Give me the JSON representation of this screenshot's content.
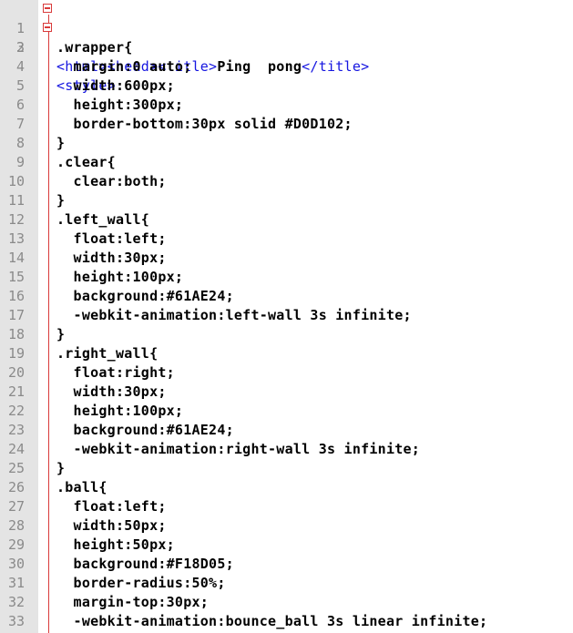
{
  "editor": {
    "colors": {
      "tag": "#1515e0",
      "text": "#000000",
      "line_number": "#8a8a8a",
      "gutter": "#e4e4e4",
      "fold_marker": "#d93a3a"
    },
    "line1": {
      "tag_open": "<html><head><title>",
      "text": "Ping  pong",
      "tag_close": "</title>"
    },
    "line2": {
      "tag": "<style>"
    },
    "lines": [
      {
        "n": "1"
      },
      {
        "n": "2"
      },
      {
        "n": "3",
        "code": ".wrapper{"
      },
      {
        "n": "4",
        "code": "  margin:0 auto;"
      },
      {
        "n": "5",
        "code": "  width:600px;"
      },
      {
        "n": "6",
        "code": "  height:300px;"
      },
      {
        "n": "7",
        "code": "  border-bottom:30px solid #D0D102;"
      },
      {
        "n": "8",
        "code": "}"
      },
      {
        "n": "9",
        "code": ".clear{"
      },
      {
        "n": "10",
        "code": "  clear:both;"
      },
      {
        "n": "11",
        "code": "}"
      },
      {
        "n": "12",
        "code": ".left_wall{"
      },
      {
        "n": "13",
        "code": "  float:left;"
      },
      {
        "n": "14",
        "code": "  width:30px;"
      },
      {
        "n": "15",
        "code": "  height:100px;"
      },
      {
        "n": "16",
        "code": "  background:#61AE24;"
      },
      {
        "n": "17",
        "code": "  -webkit-animation:left-wall 3s infinite;"
      },
      {
        "n": "18",
        "code": "}"
      },
      {
        "n": "19",
        "code": ".right_wall{"
      },
      {
        "n": "20",
        "code": "  float:right;"
      },
      {
        "n": "21",
        "code": "  width:30px;"
      },
      {
        "n": "22",
        "code": "  height:100px;"
      },
      {
        "n": "23",
        "code": "  background:#61AE24;"
      },
      {
        "n": "24",
        "code": "  -webkit-animation:right-wall 3s infinite;"
      },
      {
        "n": "25",
        "code": "}"
      },
      {
        "n": "26",
        "code": ".ball{"
      },
      {
        "n": "27",
        "code": "  float:left;"
      },
      {
        "n": "28",
        "code": "  width:50px;"
      },
      {
        "n": "29",
        "code": "  height:50px;"
      },
      {
        "n": "30",
        "code": "  background:#F18D05;"
      },
      {
        "n": "31",
        "code": "  border-radius:50%;"
      },
      {
        "n": "32",
        "code": "  margin-top:30px;"
      },
      {
        "n": "33",
        "code": "  -webkit-animation:bounce_ball 3s linear infinite;"
      }
    ]
  }
}
